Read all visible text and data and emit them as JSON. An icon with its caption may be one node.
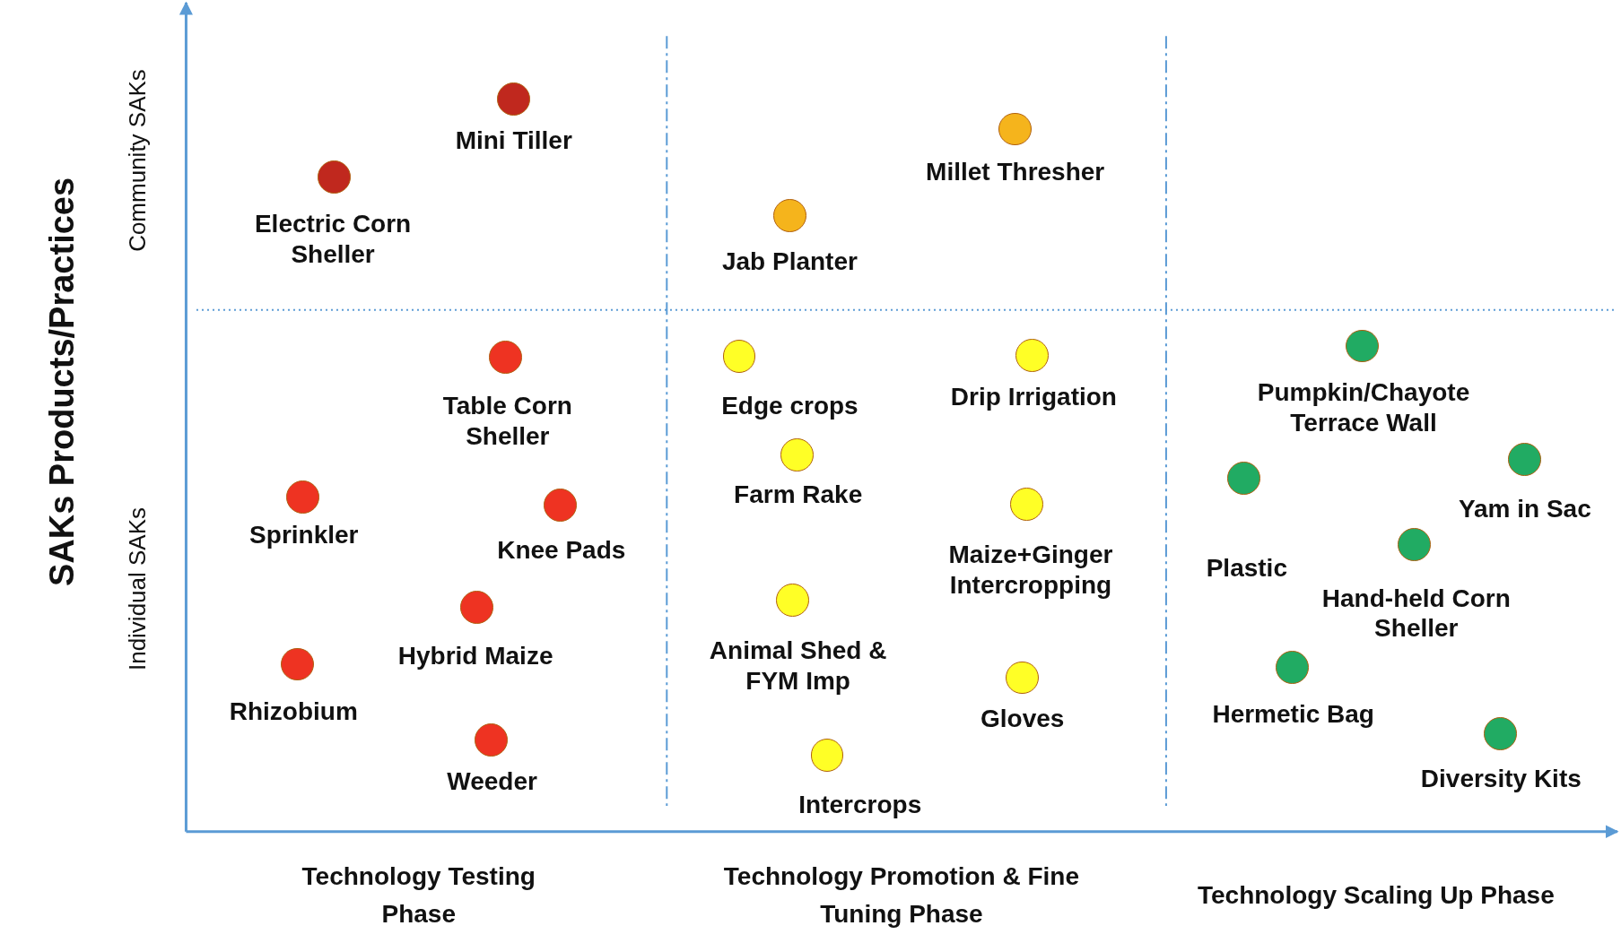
{
  "diagram": {
    "nodes": [
      {
        "text": [],
        "shape": "circle",
        "beside": [
          "Mini Tiller"
        ]
      },
      {
        "text": [],
        "shape": "circle",
        "beside": [
          "Electric Corn Sheller"
        ]
      },
      {
        "text": [],
        "shape": "circle",
        "beside": [
          "Jab Planter"
        ]
      },
      {
        "text": [],
        "shape": "circle",
        "beside": [
          "Millet Thresher"
        ]
      },
      {
        "text": [],
        "shape": "circle",
        "beside": [
          "Table Corn Sheller"
        ]
      },
      {
        "text": [],
        "shape": "circle",
        "beside": [
          "Sprinkler"
        ]
      },
      {
        "text": [],
        "shape": "circle",
        "beside": [
          "Knee Pads"
        ]
      },
      {
        "text": [],
        "shape": "circle",
        "beside": [
          "Hybrid Maize"
        ]
      },
      {
        "text": [],
        "shape": "circle",
        "beside": [
          "Rhizobium"
        ]
      },
      {
        "text": [],
        "shape": "circle",
        "beside": [
          "Weeder"
        ]
      },
      {
        "text": [],
        "shape": "circle",
        "beside": [
          "Edge crops"
        ]
      },
      {
        "text": [],
        "shape": "circle",
        "beside": [
          "Drip Irrigation"
        ]
      },
      {
        "text": [],
        "shape": "circle",
        "beside": [
          "Farm Rake"
        ]
      },
      {
        "text": [],
        "shape": "circle",
        "beside": [
          "Maize+Ginger Intercropping"
        ]
      },
      {
        "text": [],
        "shape": "circle",
        "beside": [
          "Animal Shed & FYM Imp"
        ]
      },
      {
        "text": [],
        "shape": "circle",
        "beside": [
          "Gloves"
        ]
      },
      {
        "text": [],
        "shape": "circle",
        "beside": [
          "Intercrops"
        ]
      },
      {
        "text": [],
        "shape": "circle",
        "beside": [
          "Pumpkin/Chayote Terrace Wall"
        ]
      },
      {
        "text": [],
        "shape": "circle",
        "beside": [
          "Yam in Sac"
        ]
      },
      {
        "text": [],
        "shape": "circle",
        "beside": [
          "Plastic"
        ]
      },
      {
        "text": [],
        "shape": "circle",
        "beside": [
          "Hand-held Corn Sheller"
        ]
      },
      {
        "text": [],
        "shape": "circle",
        "beside": [
          "Hermetic Bag"
        ]
      },
      {
        "text": [],
        "shape": "circle",
        "beside": [
          "Diversity Kits"
        ]
      }
    ],
    "edges": [],
    "labels": [
      "SAKs Products/Practices",
      "Community SAKs",
      "Individual SAKs",
      "Technology Testing Phase",
      "Technology Promotion & Fine Tuning Phase",
      "Technology Scaling Up Phase"
    ]
  }
}
